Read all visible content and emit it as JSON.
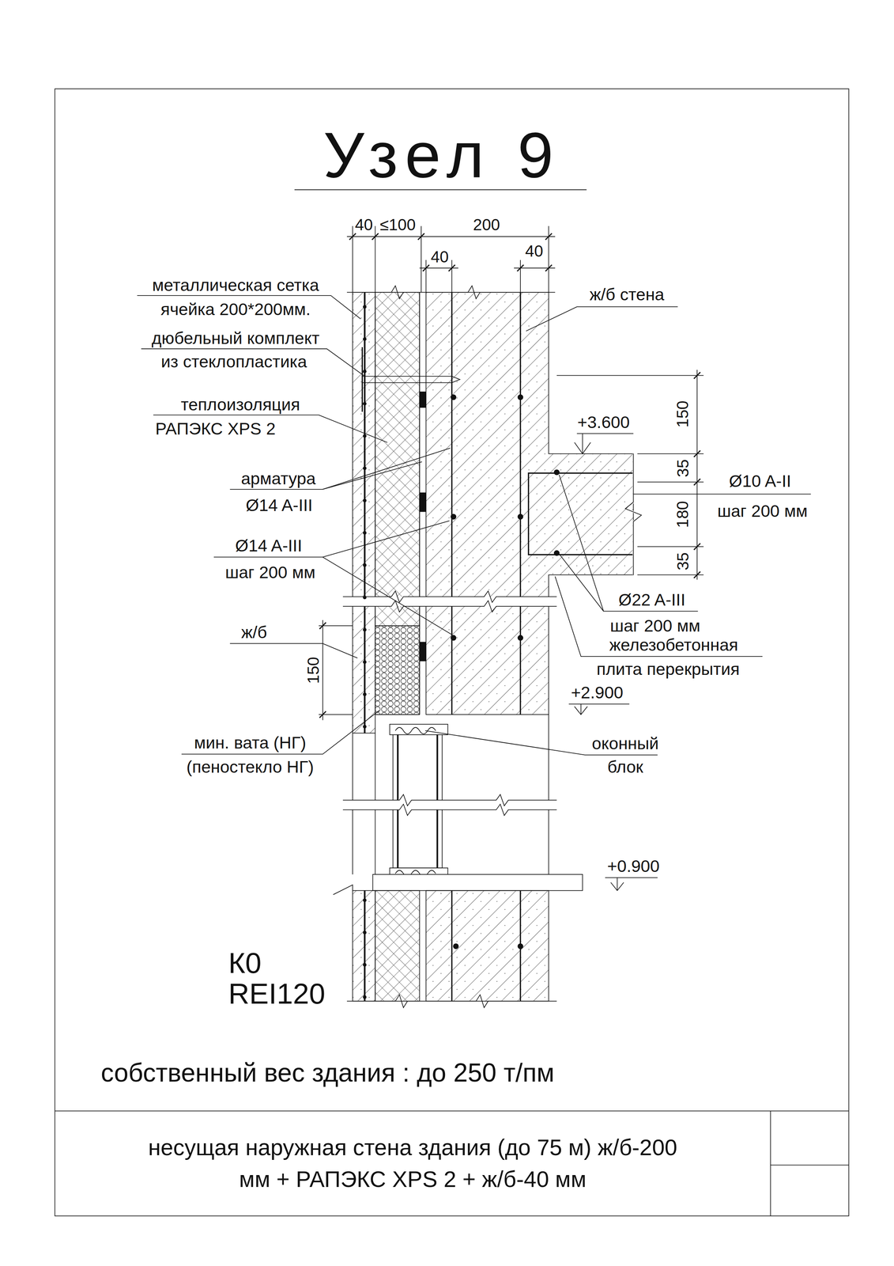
{
  "diagram": {
    "title": "Узел 9",
    "nodes": [
      {
        "text": [
          "несущая наружная стена здания (до 75 м) ж/б-200 мм + РАПЭКС XPS 2 + ж/б-40 мм"
        ]
      }
    ],
    "labels": [
      "40",
      "≤100",
      "200",
      "40",
      "40",
      "ж/б стена",
      "металлическая сетка",
      "ячейка 200*200мм.",
      "дюбельный комплект",
      "из стеклопластика",
      "теплоизоляция",
      "РАПЭКС XPS 2",
      "150",
      "+3.600",
      "35",
      "арматура",
      "Ø14 A-III",
      "Ø10 A-II",
      "180",
      "шаг 200 мм",
      "Ø14 A-III",
      "шаг 200 мм",
      "35",
      "Ø22 A-III",
      "шаг 200 мм",
      "ж/б",
      "железобетонная",
      "плита перекрытия",
      "150",
      "+2.900",
      "мин. вата (НГ)",
      "(пеностекло НГ)",
      "оконный",
      "блок",
      "+0.900",
      "К0",
      "REI120",
      "собственный вес здания : до 250 т/пм"
    ]
  }
}
